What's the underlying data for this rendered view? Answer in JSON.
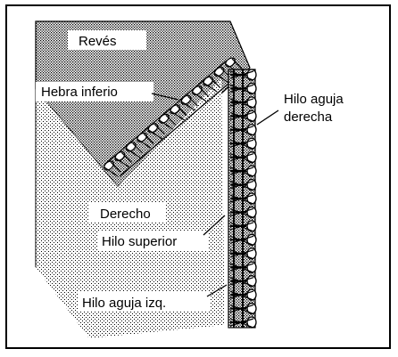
{
  "labels": {
    "reves": "Revés",
    "hebra_inferior": "Hebra inferio",
    "hilo_aguja_derecha_1": "Hilo aguja",
    "hilo_aguja_derecha_2": "derecha",
    "derecho": "Derecho",
    "hilo_superior": "Hilo superior",
    "hilo_aguja_izq": "Hilo aguja izq."
  },
  "colors": {
    "frame": "#000000",
    "fabric_dark": "#9a9a9a",
    "fabric_light": "#d9d9d9",
    "label_bg": "#ffffff",
    "thread": "#000000"
  }
}
